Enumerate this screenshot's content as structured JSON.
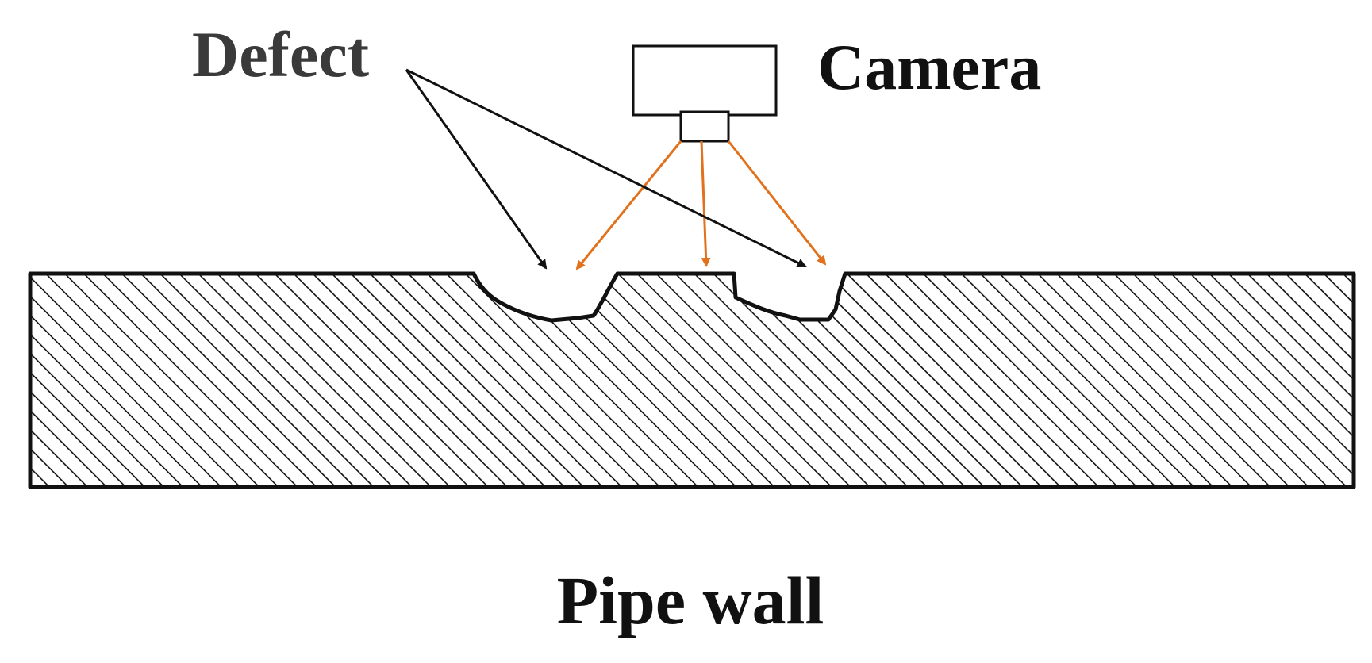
{
  "labels": {
    "defect": "Defect",
    "camera": "Camera",
    "pipe_wall": "Pipe wall"
  },
  "colors": {
    "defect_text": "#3a3a3a",
    "camera_text": "#111111",
    "pipe_wall_text": "#111111",
    "outline": "#111111",
    "hatch": "#111111",
    "pointer_arrow": "#111111",
    "camera_ray": "#e2711d",
    "background": "#ffffff"
  },
  "icons": {
    "camera": "camera-icon"
  }
}
